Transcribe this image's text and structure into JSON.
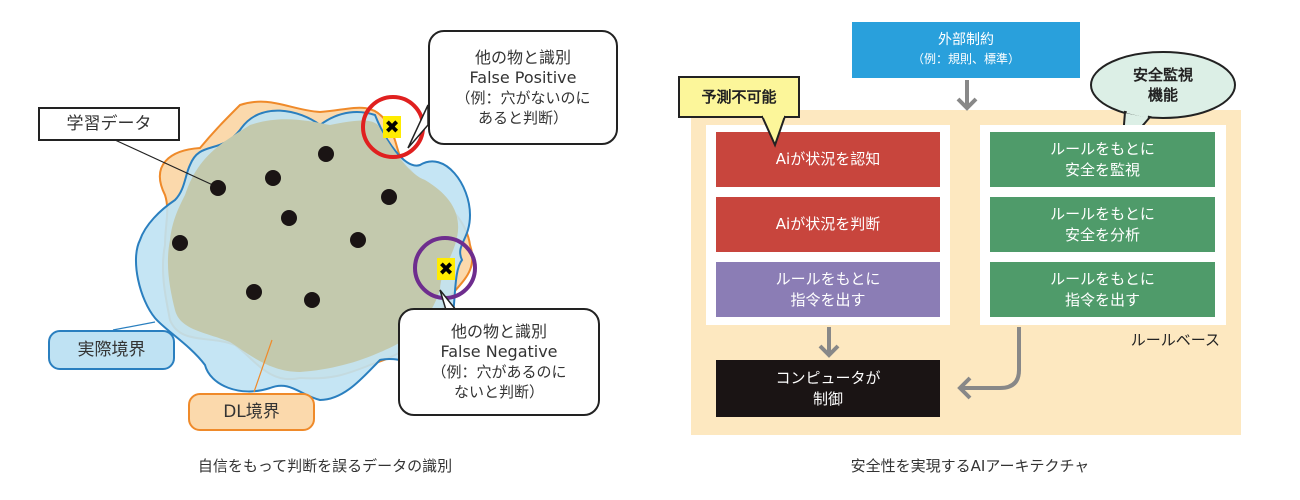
{
  "left": {
    "training_data_label": "学習データ",
    "actual_boundary_label": "実際境界",
    "dl_boundary_label": "DL境界",
    "false_positive": {
      "line1": "他の物と識別",
      "line2": "False Positive",
      "line3": "（例：穴がないのに",
      "line4": "あると判断）"
    },
    "false_negative": {
      "line1": "他の物と識別",
      "line2": "False Negative",
      "line3": "（例：穴があるのに",
      "line4": "ないと判断）"
    },
    "caption": "自信をもって判断を誤るデータの識別"
  },
  "right": {
    "external": {
      "line1": "外部制約",
      "line2": "（例：規則、標準）"
    },
    "unpredictable": "予測不可能",
    "safety_monitor": {
      "line1": "安全監視",
      "line2": "機能"
    },
    "ai_boxes": [
      {
        "line1": "Aiが状況を認知",
        "line2": ""
      },
      {
        "line1": "Aiが状況を判断",
        "line2": ""
      },
      {
        "line1": "ルールをもとに",
        "line2": "指令を出す"
      }
    ],
    "rule_boxes": [
      {
        "line1": "ルールをもとに",
        "line2": "安全を監視"
      },
      {
        "line1": "ルールをもとに",
        "line2": "安全を分析"
      },
      {
        "line1": "ルールをもとに",
        "line2": "指令を出す"
      }
    ],
    "rule_base_label": "ルールベース",
    "computer": {
      "line1": "コンピュータが",
      "line2": "制御"
    },
    "caption": "安全性を実現するAIアーキテクチャ"
  },
  "colors": {
    "red": "#c8453d",
    "purple": "#8b7db5",
    "green": "#4f9b6a",
    "blue": "#29a0dc",
    "beige": "#fde8c0",
    "black": "#1a1414"
  }
}
